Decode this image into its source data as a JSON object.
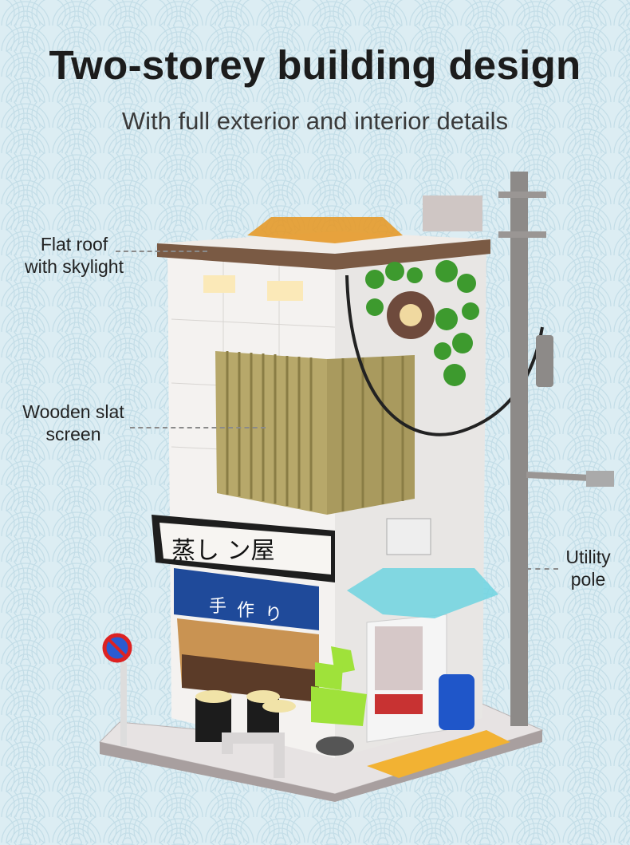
{
  "header": {
    "title": "Two-storey building design",
    "subtitle": "With full exterior and interior details"
  },
  "callouts": [
    {
      "line1": "Flat roof",
      "line2": "with skylight"
    },
    {
      "line1": "Wooden slat",
      "line2": "screen"
    },
    {
      "line1": "Utility",
      "line2": "pole"
    }
  ],
  "signage": {
    "main_sign": "蒸し ン屋",
    "banners": [
      "手",
      "作",
      "り"
    ]
  },
  "colors": {
    "background": "#dcedf3",
    "pattern": "#c3dde7",
    "roof": "#7a5a44",
    "wall": "#f2f0ee",
    "slats": "#b7a86a",
    "banner": "#1f4a9a",
    "awning": "#6fd3e0",
    "pole": "#8d8a88",
    "plant": "#3d9a2e"
  }
}
